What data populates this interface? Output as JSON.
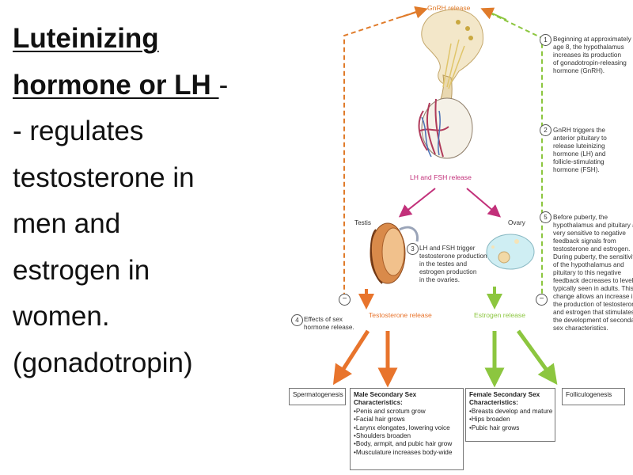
{
  "main_text": {
    "line1": "Luteinizing",
    "line2a": "hormone or LH ",
    "line2b": "-",
    "line3": "-  regulates",
    "line4": "testosterone in",
    "line5": "men and",
    "line6": "estrogen in",
    "line7": "women.",
    "line8": "(gonadotropin)"
  },
  "diagram": {
    "gnrh_release": "GnRH release",
    "lh_fsh_release": "LH and FSH release",
    "testis": "Testis",
    "ovary": "Ovary",
    "testosterone_release": "Testosterone release",
    "estrogen_release": "Estrogen release",
    "steps": [
      {
        "num": "1",
        "lines": [
          "Beginning at approximately",
          "age 8, the hypothalamus",
          "increases its production",
          "of gonadotropin-releasing",
          "hormone (GnRH)."
        ]
      },
      {
        "num": "2",
        "lines": [
          "GnRH triggers the",
          "anterior pituitary to",
          "release luteinizing",
          "hormone (LH) and",
          "follicle-stimulating",
          "hormone (FSH)."
        ]
      },
      {
        "num": "3",
        "lines": [
          "LH and FSH trigger",
          "testosterone production",
          "in the testes and",
          "estrogen production",
          "in the ovaries."
        ]
      },
      {
        "num": "4",
        "lines": [
          "Effects of sex",
          "hormone release."
        ]
      },
      {
        "num": "5",
        "lines": [
          "Before puberty, the",
          "hypothalamus and pituitary are",
          "very sensitive to negative",
          "feedback signals from",
          "testosterone and estrogen.",
          "During puberty, the sensitivity",
          "of the hypothalamus and",
          "pituitary to this negative",
          "feedback decreases to levels",
          "typically seen in adults. This",
          "change allows an increase in",
          "the production of testosterone",
          "and estrogen that stimulates",
          "the development of secondary",
          "sex characteristics."
        ]
      }
    ],
    "feedback_symbol": "−",
    "boxes": {
      "spermatogenesis": "Spermatogenesis",
      "folliculogenesis": "Folliculogenesis",
      "male": {
        "title_lines": [
          "Male Secondary Sex",
          "Characteristics:"
        ],
        "items": [
          "Penis and scrotum grow",
          "Facial hair grows",
          "Larynx elongates, lowering voice",
          "Shoulders broaden",
          "Body, armpit, and pubic hair grow",
          "Musculature increases body-wide"
        ]
      },
      "female": {
        "title_lines": [
          "Female Secondary Sex",
          "Characteristics:"
        ],
        "items": [
          "Breasts develop and mature",
          "Hips broaden",
          "Pubic hair grows"
        ]
      }
    },
    "colors": {
      "gnrh_arrow": "#e07b2a",
      "lh_fsh_arrow": "#c2307a",
      "testosterone_arrow": "#e8742c",
      "estrogen_arrow": "#8cc63f",
      "feedback_line": "#e8742c"
    }
  }
}
